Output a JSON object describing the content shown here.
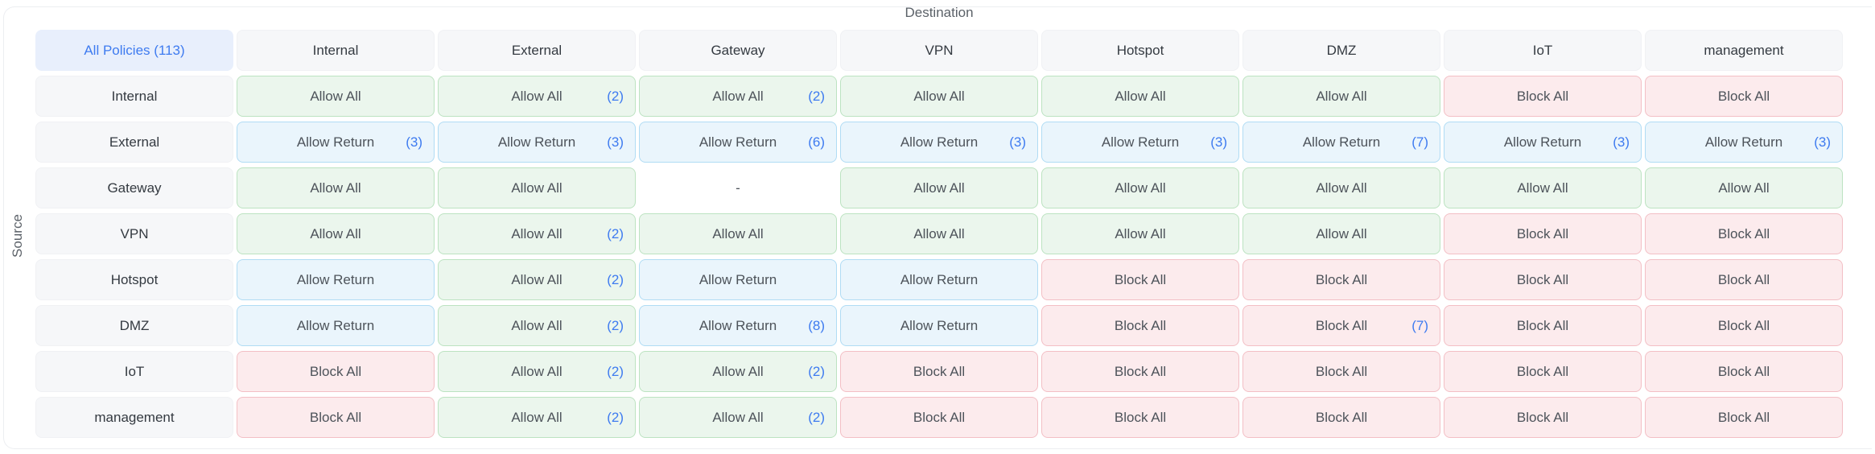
{
  "axes": {
    "destination_label": "Destination",
    "source_label": "Source"
  },
  "all_policies": {
    "label": "All Policies (113)"
  },
  "columns": [
    "Internal",
    "External",
    "Gateway",
    "VPN",
    "Hotspot",
    "DMZ",
    "IoT",
    "management"
  ],
  "rows": [
    {
      "label": "Internal",
      "cells": [
        {
          "label": "Allow All",
          "count": "",
          "type": "allow"
        },
        {
          "label": "Allow All",
          "count": "(2)",
          "type": "allow"
        },
        {
          "label": "Allow All",
          "count": "(2)",
          "type": "allow"
        },
        {
          "label": "Allow All",
          "count": "",
          "type": "allow"
        },
        {
          "label": "Allow All",
          "count": "",
          "type": "allow"
        },
        {
          "label": "Allow All",
          "count": "",
          "type": "allow"
        },
        {
          "label": "Block All",
          "count": "",
          "type": "block"
        },
        {
          "label": "Block All",
          "count": "",
          "type": "block"
        }
      ]
    },
    {
      "label": "External",
      "cells": [
        {
          "label": "Allow Return",
          "count": "(3)",
          "type": "return"
        },
        {
          "label": "Allow Return",
          "count": "(3)",
          "type": "return"
        },
        {
          "label": "Allow Return",
          "count": "(6)",
          "type": "return"
        },
        {
          "label": "Allow Return",
          "count": "(3)",
          "type": "return"
        },
        {
          "label": "Allow Return",
          "count": "(3)",
          "type": "return"
        },
        {
          "label": "Allow Return",
          "count": "(7)",
          "type": "return"
        },
        {
          "label": "Allow Return",
          "count": "(3)",
          "type": "return"
        },
        {
          "label": "Allow Return",
          "count": "(3)",
          "type": "return"
        }
      ]
    },
    {
      "label": "Gateway",
      "cells": [
        {
          "label": "Allow All",
          "count": "",
          "type": "allow"
        },
        {
          "label": "Allow All",
          "count": "",
          "type": "allow"
        },
        {
          "label": "-",
          "count": "",
          "type": "empty"
        },
        {
          "label": "Allow All",
          "count": "",
          "type": "allow"
        },
        {
          "label": "Allow All",
          "count": "",
          "type": "allow"
        },
        {
          "label": "Allow All",
          "count": "",
          "type": "allow"
        },
        {
          "label": "Allow All",
          "count": "",
          "type": "allow"
        },
        {
          "label": "Allow All",
          "count": "",
          "type": "allow"
        }
      ]
    },
    {
      "label": "VPN",
      "cells": [
        {
          "label": "Allow All",
          "count": "",
          "type": "allow"
        },
        {
          "label": "Allow All",
          "count": "(2)",
          "type": "allow"
        },
        {
          "label": "Allow All",
          "count": "",
          "type": "allow"
        },
        {
          "label": "Allow All",
          "count": "",
          "type": "allow"
        },
        {
          "label": "Allow All",
          "count": "",
          "type": "allow"
        },
        {
          "label": "Allow All",
          "count": "",
          "type": "allow"
        },
        {
          "label": "Block All",
          "count": "",
          "type": "block"
        },
        {
          "label": "Block All",
          "count": "",
          "type": "block"
        }
      ]
    },
    {
      "label": "Hotspot",
      "cells": [
        {
          "label": "Allow Return",
          "count": "",
          "type": "return"
        },
        {
          "label": "Allow All",
          "count": "(2)",
          "type": "allow"
        },
        {
          "label": "Allow Return",
          "count": "",
          "type": "return"
        },
        {
          "label": "Allow Return",
          "count": "",
          "type": "return"
        },
        {
          "label": "Block All",
          "count": "",
          "type": "block"
        },
        {
          "label": "Block All",
          "count": "",
          "type": "block"
        },
        {
          "label": "Block All",
          "count": "",
          "type": "block"
        },
        {
          "label": "Block All",
          "count": "",
          "type": "block"
        }
      ]
    },
    {
      "label": "DMZ",
      "cells": [
        {
          "label": "Allow Return",
          "count": "",
          "type": "return"
        },
        {
          "label": "Allow All",
          "count": "(2)",
          "type": "allow"
        },
        {
          "label": "Allow Return",
          "count": "(8)",
          "type": "return"
        },
        {
          "label": "Allow Return",
          "count": "",
          "type": "return"
        },
        {
          "label": "Block All",
          "count": "",
          "type": "block"
        },
        {
          "label": "Block All",
          "count": "(7)",
          "type": "block"
        },
        {
          "label": "Block All",
          "count": "",
          "type": "block"
        },
        {
          "label": "Block All",
          "count": "",
          "type": "block"
        }
      ]
    },
    {
      "label": "IoT",
      "cells": [
        {
          "label": "Block All",
          "count": "",
          "type": "block"
        },
        {
          "label": "Allow All",
          "count": "(2)",
          "type": "allow"
        },
        {
          "label": "Allow All",
          "count": "(2)",
          "type": "allow"
        },
        {
          "label": "Block All",
          "count": "",
          "type": "block"
        },
        {
          "label": "Block All",
          "count": "",
          "type": "block"
        },
        {
          "label": "Block All",
          "count": "",
          "type": "block"
        },
        {
          "label": "Block All",
          "count": "",
          "type": "block"
        },
        {
          "label": "Block All",
          "count": "",
          "type": "block"
        }
      ]
    },
    {
      "label": "management",
      "cells": [
        {
          "label": "Block All",
          "count": "",
          "type": "block"
        },
        {
          "label": "Allow All",
          "count": "(2)",
          "type": "allow"
        },
        {
          "label": "Allow All",
          "count": "(2)",
          "type": "allow"
        },
        {
          "label": "Block All",
          "count": "",
          "type": "block"
        },
        {
          "label": "Block All",
          "count": "",
          "type": "block"
        },
        {
          "label": "Block All",
          "count": "",
          "type": "block"
        },
        {
          "label": "Block All",
          "count": "",
          "type": "block"
        },
        {
          "label": "Block All",
          "count": "",
          "type": "block"
        }
      ]
    }
  ],
  "colors": {
    "accent_blue": "#3e7bf0",
    "all_policies_bg": "#e8effc",
    "allow_bg": "#ebf6ed",
    "allow_border": "#bce3c1",
    "allow_return_bg": "#eaf5fc",
    "allow_return_border": "#b0dcf4",
    "block_bg": "#fcebed",
    "block_border": "#f3bfc5",
    "header_bg": "#f6f7f9",
    "cell_text": "#4d535a"
  }
}
